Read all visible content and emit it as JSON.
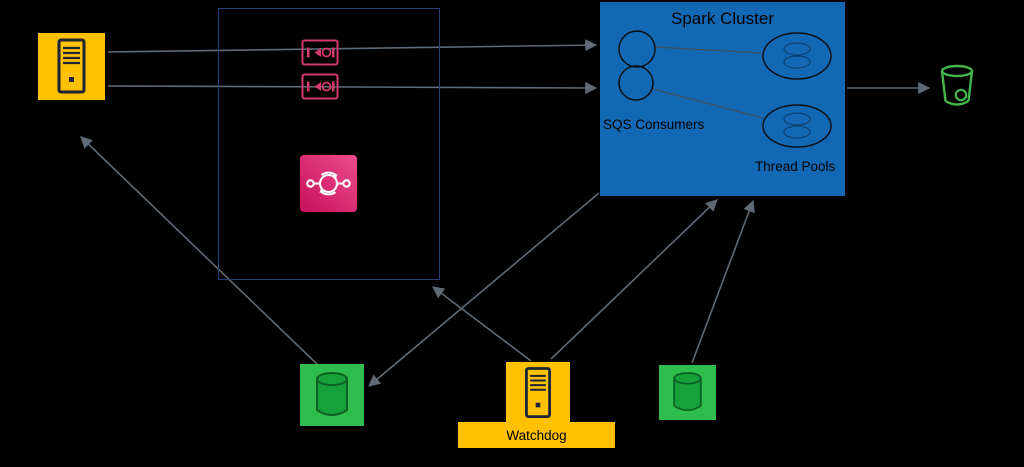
{
  "diagram": {
    "spark_cluster": {
      "title": "Spark Cluster",
      "sqs_consumers_label": "SQS Consumers",
      "thread_pools_label": "Thread Pools"
    },
    "watchdog": {
      "label": "Watchdog"
    },
    "colors": {
      "canvas_bg": "#000000",
      "server_yellow": "#FFC000",
      "spark_blue": "#1268B3",
      "queue_pink": "#D23A6B",
      "hub_gradient_start": "#C7105C",
      "hub_gradient_end": "#ED4C8D",
      "db_green": "#2FBE4D",
      "db_cylinder_green": "#17A13A",
      "bucket_green": "#43B64A",
      "arrow_gray": "#5E6A75",
      "group_box_border": "#27407C",
      "label_text": "#000000"
    },
    "icons": {
      "producer_server": "server-icon",
      "queue_1": "queue-icon",
      "queue_2": "queue-icon",
      "messaging_hub": "messaging-hub-icon",
      "s3_bucket": "bucket-icon",
      "left_database": "database-cylinder-icon",
      "right_database": "database-cylinder-icon",
      "watchdog_server": "server-icon"
    }
  }
}
